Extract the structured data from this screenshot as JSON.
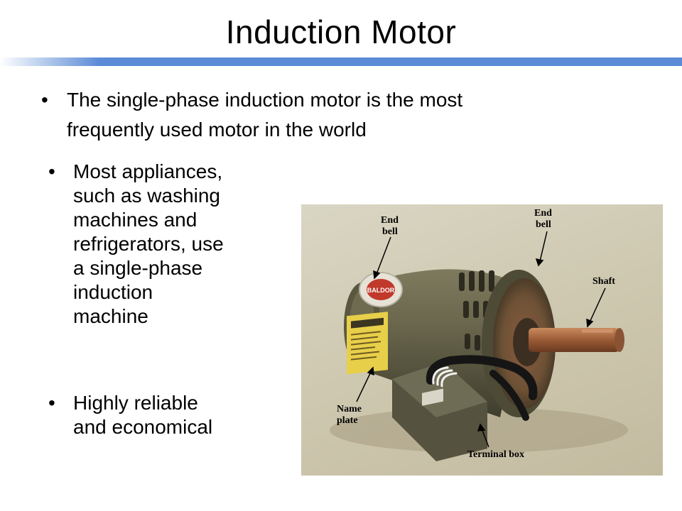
{
  "slide": {
    "title": "Induction Motor",
    "bullet_char": "•",
    "bullets_main": [
      {
        "line1": "The single-phase induction motor is the most",
        "line2": "frequently used motor in the world"
      }
    ],
    "bullets_side": [
      {
        "lines": [
          "Most appliances,",
          "such as washing",
          "machines and",
          "refrigerators, use",
          "a single-phase",
          "induction",
          "machine"
        ]
      },
      {
        "lines": [
          "Highly reliable",
          "and economical"
        ]
      }
    ]
  },
  "photo": {
    "labels": {
      "end_bell_left_1": "End",
      "end_bell_left_2": "bell",
      "end_bell_right_1": "End",
      "end_bell_right_2": "bell",
      "shaft": "Shaft",
      "name_plate_1": "Name",
      "name_plate_2": "plate",
      "terminal_box": "Terminal box"
    },
    "brand_text": "BALDOR"
  },
  "colors": {
    "accent_rule": "#5b8bd6"
  }
}
